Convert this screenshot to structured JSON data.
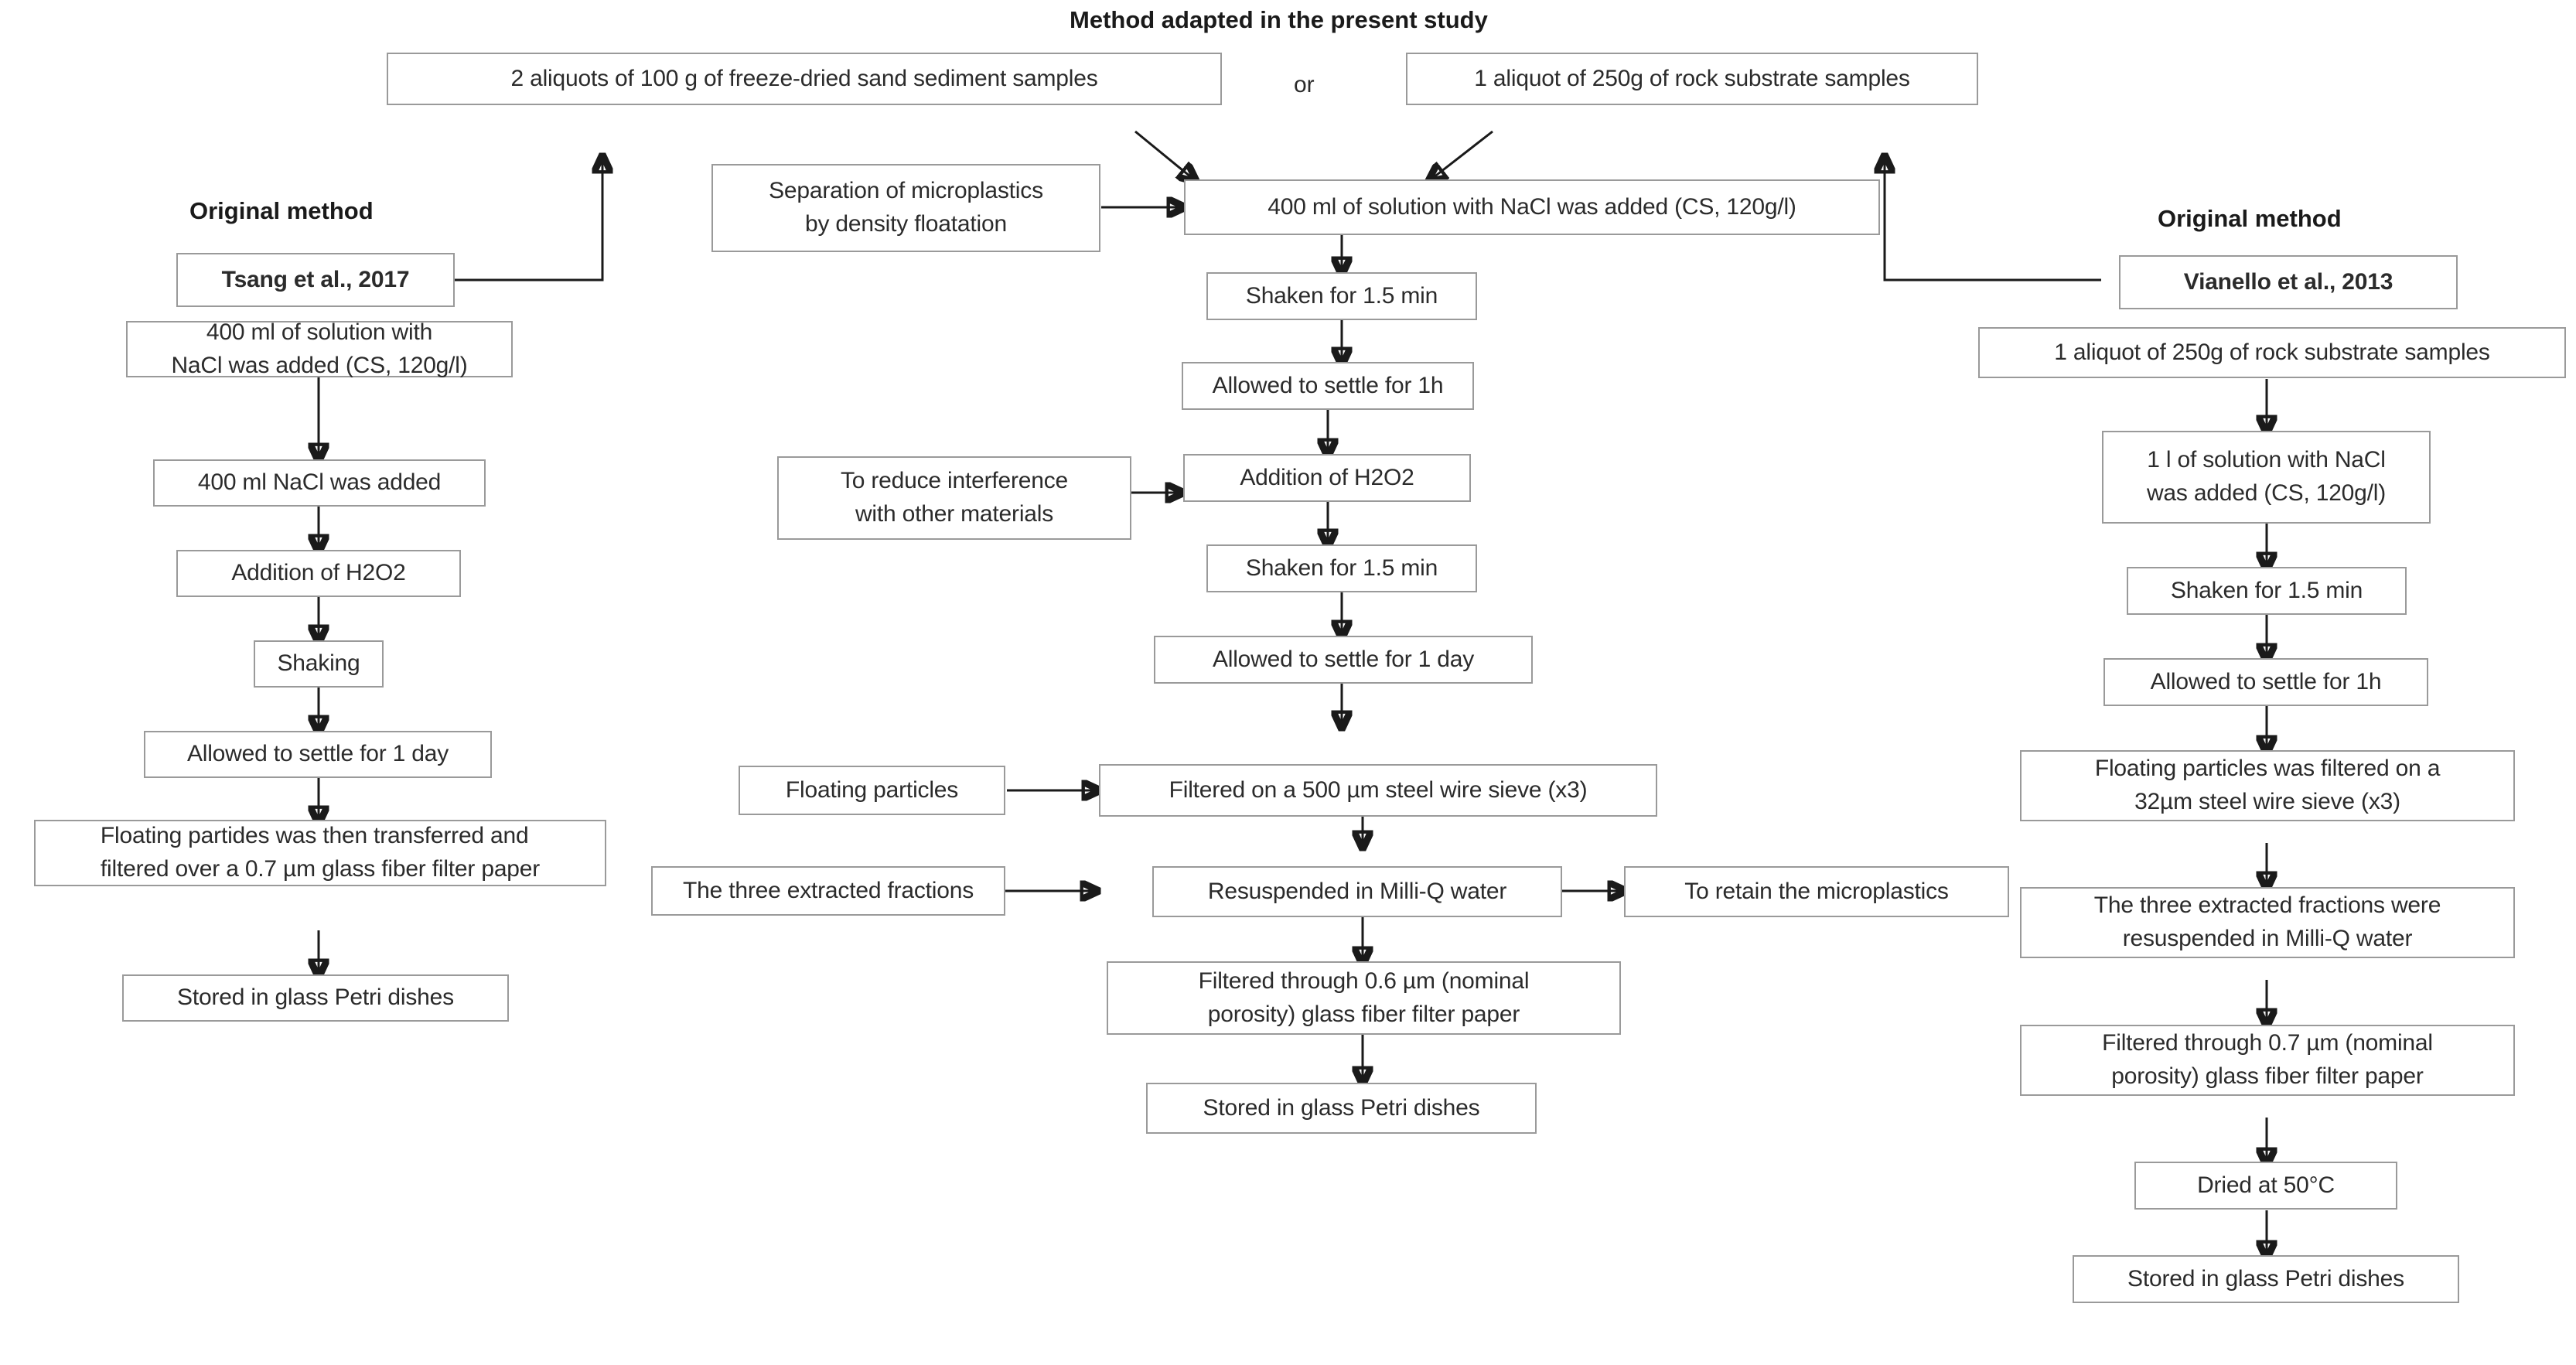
{
  "headings": {
    "center_title": "Method adapted in the present study",
    "left_title": "Original method",
    "right_title": "Original method"
  },
  "connectors": {
    "or_label": "or"
  },
  "top_row": {
    "sand_samples": "2 aliquots of 100 g of freeze-dried sand sediment samples",
    "rock_samples": "1 aliquot of 250g of rock substrate samples"
  },
  "left_column": {
    "source_ref": "Tsang et al., 2017",
    "steps": [
      "400  ml of solution with\nNaCl was added (CS, 120g/l)",
      "400  ml NaCl was added",
      "Addition of H2O2",
      "Shaking",
      "Allowed to settle for 1 day",
      "Floating partides was then transferred and\nfiltered over a 0.7 µm glass fiber filter paper",
      "Stored in glass Petri dishes"
    ]
  },
  "center_column": {
    "annotations": [
      "Separation of microplastics\nby density floatation",
      "To reduce interference\nwith other materials",
      "Floating particles",
      "The three extracted fractions"
    ],
    "side_note": "To retain the microplastics",
    "steps": [
      "400 ml of solution with NaCl was added (CS, 120g/l)",
      "Shaken for 1.5 min",
      "Allowed to settle for 1h",
      "Addition of H2O2",
      "Shaken for 1.5 min",
      "Allowed to settle for 1 day",
      "Filtered on a 500  µm steel wire sieve (x3)",
      "Resuspended in Milli-Q water",
      "Filtered through 0.6 µm (nominal\nporosity) glass fiber filter paper",
      "Stored in glass Petri dishes"
    ]
  },
  "right_column": {
    "source_ref": "Vianello et al., 2013",
    "steps": [
      "1 aliquot of 250g of rock substrate samples",
      "1 l of solution with NaCl\nwas added (CS, 120g/l)",
      "Shaken for 1.5 min",
      "Allowed to settle for 1h",
      "Floating particles was filtered on a\n32µm steel wire sieve (x3)",
      "The three extracted fractions were\nresuspended in Milli-Q water",
      "Filtered through 0.7 µm (nominal\nporosity) glass fiber filter paper",
      "Dried at 50°C",
      "Stored in glass Petri dishes"
    ]
  },
  "colors": {
    "box_border": "#9a9a9a",
    "text": "#2b2b2b",
    "arrow": "#1a1a1a",
    "background": "#ffffff"
  }
}
